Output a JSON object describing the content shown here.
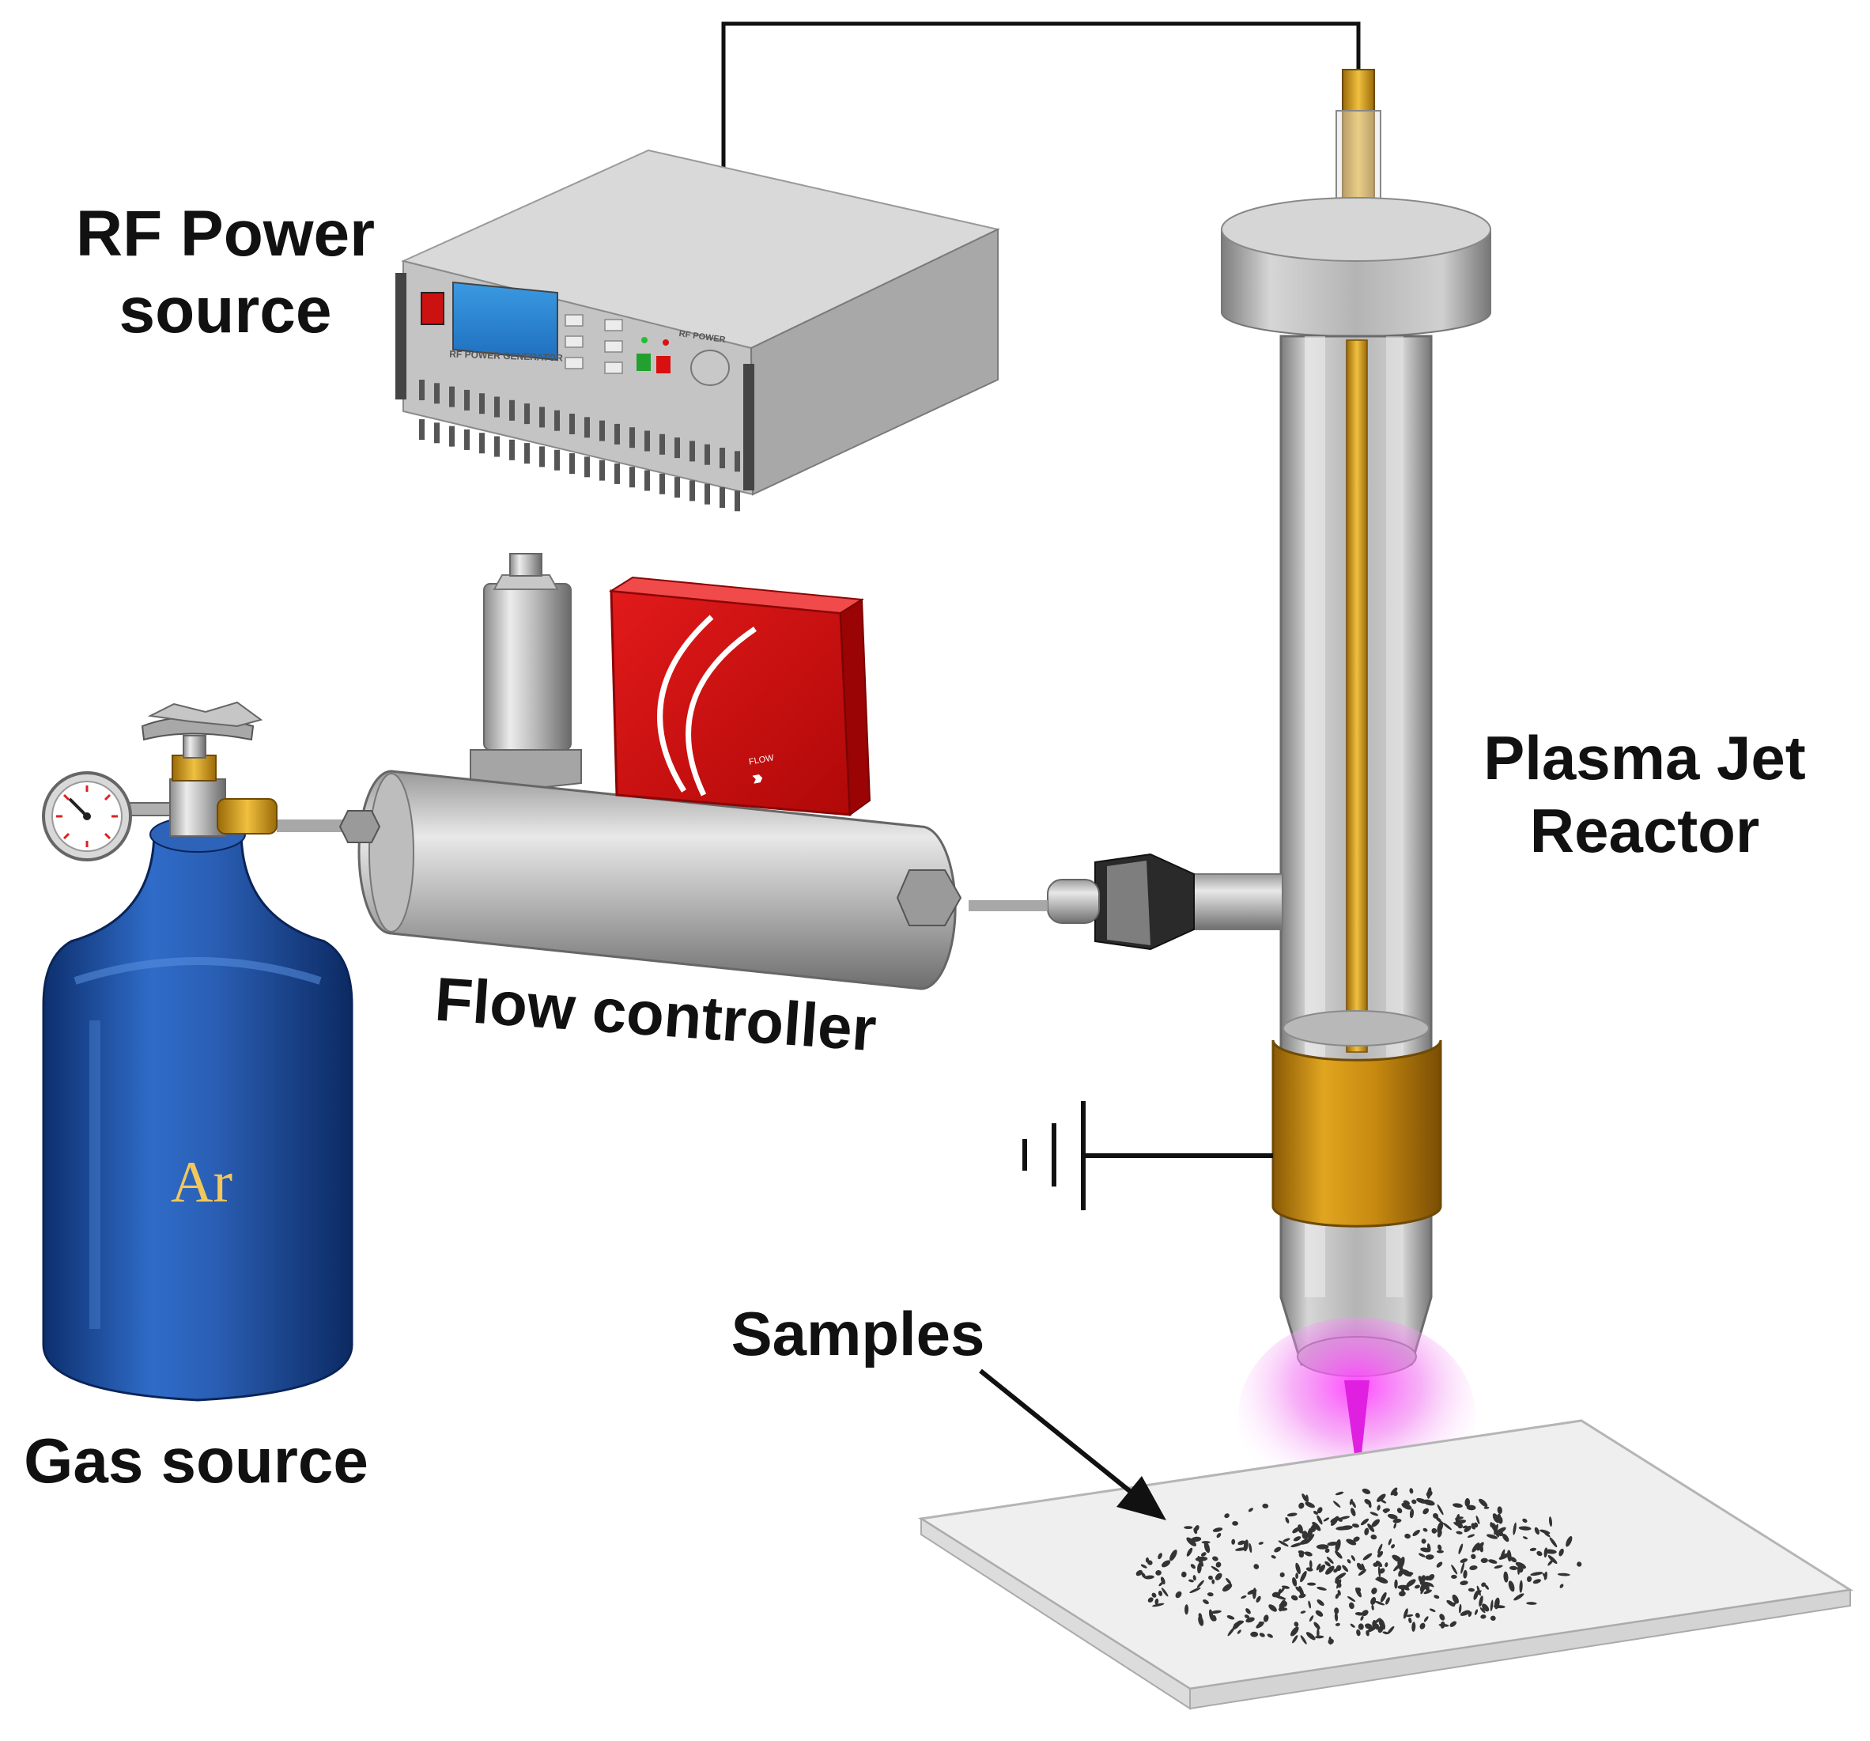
{
  "labels": {
    "rf_power": "RF Power\nsource",
    "plasma_jet": "Plasma Jet\nReactor",
    "flow_controller": "Flow controller",
    "gas_source": "Gas source",
    "samples": "Samples",
    "gas": "Ar",
    "generator_panel": "RF POWER GENERATOR",
    "generator_knob": "RF POWER",
    "mfc_flow": "FLOW",
    "mfc_arrows": "›››"
  },
  "colors": {
    "cylinder": "#1f4fa0",
    "reactor_band": "#c88a10",
    "mfc_body": "#d01010",
    "plasma": "#e040e0",
    "generator": "#c8c8c8"
  }
}
